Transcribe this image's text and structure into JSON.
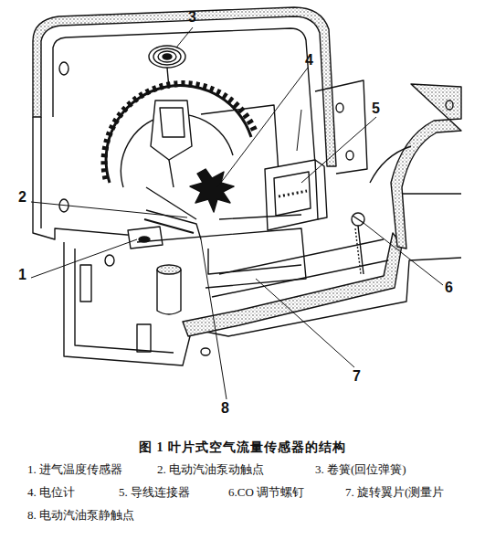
{
  "diagram": {
    "title": "图 1 叶片式空气流量传感器的结构",
    "labels": [
      "3",
      "4",
      "5",
      "2",
      "1",
      "6",
      "7",
      "8",
      "1. 进气温度传感器",
      "2. 电动汽油泵动触点",
      "3. 卷簧(回位弹簧)",
      "4. 电位计",
      "5. 导线连接器",
      "6.CO 调节螺钉",
      "7. 旋转翼片(测量片",
      "8. 电动汽油泵静触点"
    ]
  }
}
